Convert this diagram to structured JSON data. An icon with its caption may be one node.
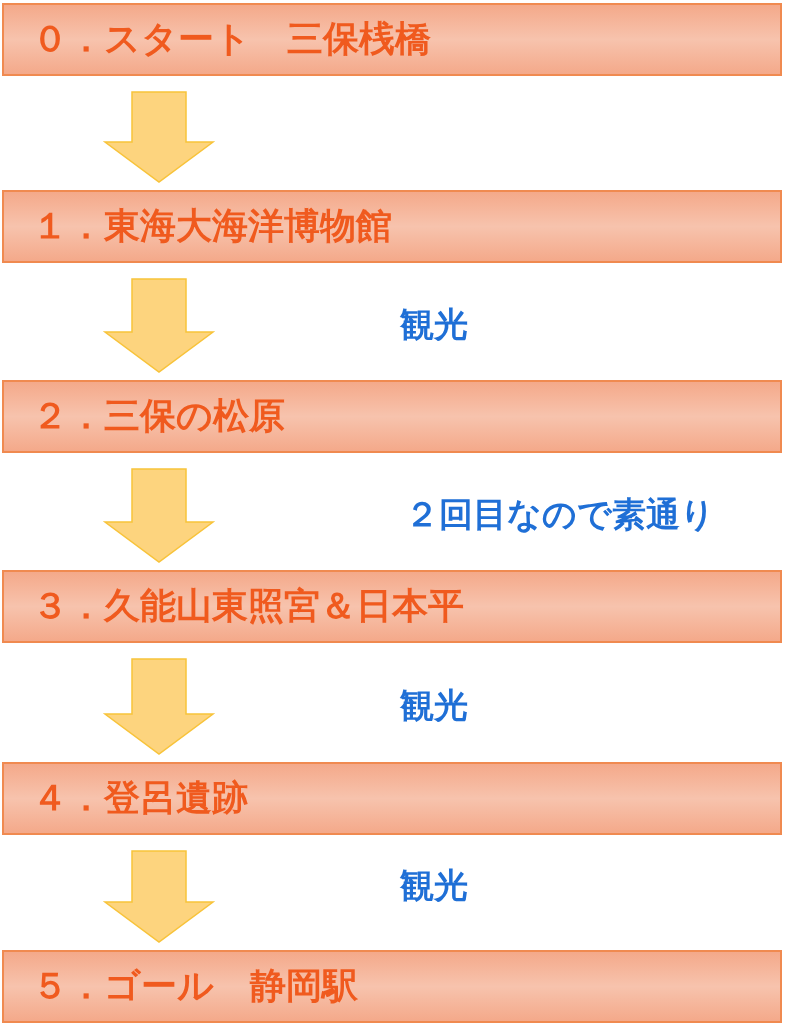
{
  "diagram": {
    "nodes": [
      {
        "text": [
          "０．スタート　三保桟橋"
        ]
      },
      {
        "text": [
          "１．東海大海洋博物館"
        ]
      },
      {
        "text": [
          "２．三保の松原"
        ]
      },
      {
        "text": [
          "３．久能山東照宮＆日本平"
        ]
      },
      {
        "text": [
          "４．登呂遺跡"
        ]
      },
      {
        "text": [
          "５．ゴール　静岡駅"
        ]
      }
    ],
    "edges": [
      {
        "from": 0,
        "to": 1,
        "arrow": "to"
      },
      {
        "from": 1,
        "to": 2,
        "arrow": "to"
      },
      {
        "from": 2,
        "to": 3,
        "arrow": "to"
      },
      {
        "from": 3,
        "to": 4,
        "arrow": "to"
      },
      {
        "from": 4,
        "to": 5,
        "arrow": "to"
      }
    ],
    "labels": [
      "観光",
      "２回目なので素通り",
      "観光",
      "観光"
    ]
  }
}
